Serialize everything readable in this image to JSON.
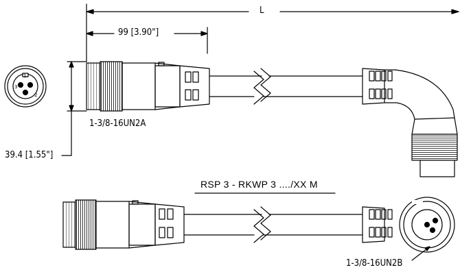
{
  "dimensions": {
    "overall_length": "L",
    "connector_length": "99 [3.90\"]",
    "diameter": "39.4 [1.55\"]"
  },
  "threads": {
    "top": "1-3/8-16UN2A",
    "bottom": "1-3/8-16UN2B"
  },
  "part_title": "RSP 3 - RKWP 3 ..../XX M",
  "face_view_pins": [
    "1",
    "2",
    "3"
  ]
}
